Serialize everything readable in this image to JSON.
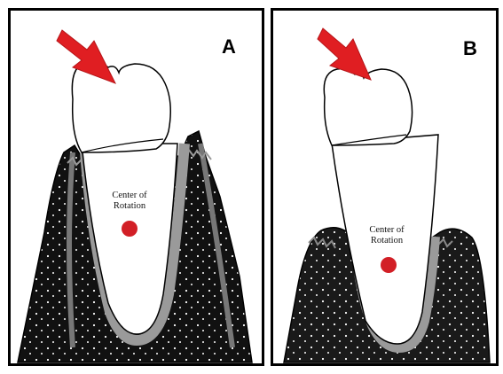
{
  "panels": [
    {
      "letter": "A",
      "label_line1": "Center of",
      "label_line2": "Rotation"
    },
    {
      "letter": "B",
      "label_line1": "Center of",
      "label_line2": "Rotation"
    }
  ],
  "colors": {
    "arrow": "#e01e22",
    "center_dot": "#d21f26",
    "bone_dark": "#111111",
    "bone_light": "#2e2e2e",
    "pdl": "#9a9a9a",
    "tooth": "#ffffff"
  },
  "icons": [
    "force-arrow",
    "center-of-rotation-dot"
  ]
}
